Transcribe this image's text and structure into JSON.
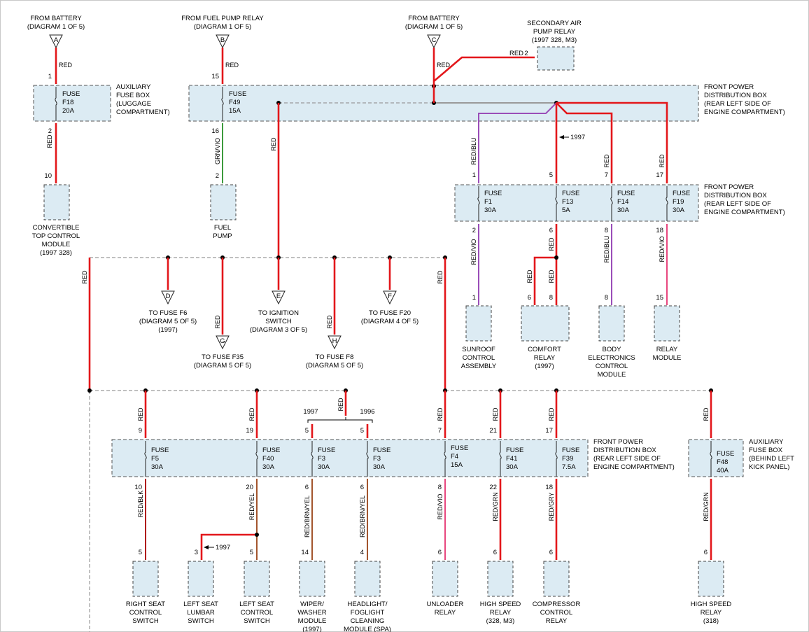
{
  "sources": {
    "battery_a": [
      "FROM BATTERY",
      "(DIAGRAM 1 OF 5)"
    ],
    "fuel_pump_relay_b": [
      "FROM FUEL PUMP RELAY",
      "(DIAGRAM 1 OF 5)"
    ],
    "battery_c": [
      "FROM BATTERY",
      "(DIAGRAM 1 OF 5)"
    ],
    "letter_a": "A",
    "letter_b": "B",
    "letter_c": "C"
  },
  "secondary_air": {
    "label": [
      "SECONDARY AIR",
      "PUMP RELAY",
      "(1997 328, M3)"
    ],
    "wire": "RED",
    "pin": "2"
  },
  "boxes": {
    "aux_luggage": [
      "AUXILIARY",
      "FUSE BOX",
      "(LUGGAGE",
      "COMPARTMENT)"
    ],
    "front_top": [
      "FRONT POWER",
      "DISTRIBUTION BOX",
      "(REAR LEFT SIDE OF",
      "ENGINE COMPARTMENT)"
    ],
    "front_mid": [
      "FRONT POWER",
      "DISTRIBUTION BOX",
      "(REAR LEFT SIDE OF",
      "ENGINE COMPARTMENT)"
    ],
    "front_bot": [
      "FRONT POWER",
      "DISTRIBUTION BOX",
      "(REAR LEFT SIDE OF",
      "ENGINE COMPARTMENT)"
    ],
    "aux_kick": [
      "AUXILIARY",
      "FUSE BOX",
      "(BEHIND LEFT",
      "KICK PANEL)"
    ]
  },
  "fuses": {
    "f18": [
      "FUSE",
      "F18",
      "20A"
    ],
    "f49": [
      "FUSE",
      "F49",
      "15A"
    ],
    "f1": [
      "FUSE",
      "F1",
      "30A"
    ],
    "f13": [
      "FUSE",
      "F13",
      "5A"
    ],
    "f14": [
      "FUSE",
      "F14",
      "30A"
    ],
    "f19": [
      "FUSE",
      "F19",
      "30A"
    ],
    "f5": [
      "FUSE",
      "F5",
      "30A"
    ],
    "f40": [
      "FUSE",
      "F40",
      "30A"
    ],
    "f3a": [
      "FUSE",
      "F3",
      "30A"
    ],
    "f3b": [
      "FUSE",
      "F3",
      "30A"
    ],
    "f4": [
      "FUSE",
      "F4",
      "15A"
    ],
    "f41": [
      "FUSE",
      "F41",
      "30A"
    ],
    "f39": [
      "FUSE",
      "F39",
      "7.5A"
    ],
    "f48": [
      "FUSE",
      "F48",
      "40A"
    ]
  },
  "wires": {
    "red": "RED",
    "grn_vio": "GRN/VIO",
    "red_blu": "RED/BLU",
    "red_vio": "RED/VIO",
    "red_blk": "RED/BLK",
    "red_yel": "RED/YEL",
    "red_brn_yel": "RED/BRN/YEL",
    "red_grn": "RED/GRN",
    "red_gry": "RED/GRY"
  },
  "pins": {
    "a_in": "1",
    "a_out": "2",
    "ctm": "10",
    "b_in": "15",
    "b_out": "16",
    "pump": "2",
    "f1_in": "1",
    "f13_in": "5",
    "f14_in": "7",
    "f19_in": "17",
    "f1_out": "2",
    "f13_out": "6",
    "f14_out": "8",
    "f19_out": "18",
    "sunroof": "1",
    "comfort_6": "6",
    "comfort_8": "8",
    "body": "8",
    "relay_mod": "15",
    "f5_in": "9",
    "f40_in": "19",
    "f3a_in": "5",
    "f3b_in": "5",
    "f4_in": "7",
    "f41_in": "21",
    "f39_in": "17",
    "f5_out": "10",
    "f40_out": "20",
    "f3a_out": "6",
    "f3b_out": "6",
    "f4_out": "8",
    "f41_out": "22",
    "f39_out": "18",
    "rsc": "5",
    "lsl": "3",
    "lsc": "5",
    "wiper": "14",
    "headlight": "4",
    "unloader": "6",
    "hsr": "6",
    "compressor": "6",
    "hsr318": "6"
  },
  "year_notes": {
    "n1997_top": "1997",
    "n1997_bracket": "1997",
    "n1996_bracket": "1996",
    "n1997_lumbar": "1997"
  },
  "tos": {
    "d": [
      "TO FUSE F6",
      "(DIAGRAM 5 OF 5)",
      "(1997)"
    ],
    "g": [
      "TO FUSE F35",
      "(DIAGRAM 5 OF 5)"
    ],
    "e": [
      "TO IGNITION",
      "SWITCH",
      "(DIAGRAM 3 OF 5)"
    ],
    "h": [
      "TO FUSE F8",
      "(DIAGRAM 5 OF 5)"
    ],
    "f": [
      "TO FUSE F20",
      "(DIAGRAM 4 OF 5)"
    ],
    "letter_d": "D",
    "letter_e": "E",
    "letter_f": "F",
    "letter_g": "G",
    "letter_h": "H"
  },
  "components": {
    "convertible": [
      "CONVERTIBLE",
      "TOP CONTROL",
      "MODULE",
      "(1997 328)"
    ],
    "fuel_pump": [
      "FUEL",
      "PUMP"
    ],
    "sunroof": [
      "SUNROOF",
      "CONTROL",
      "ASSEMBLY"
    ],
    "comfort": [
      "COMFORT",
      "RELAY",
      "(1997)"
    ],
    "body": [
      "BODY",
      "ELECTRONICS",
      "CONTROL",
      "MODULE"
    ],
    "relay_module": [
      "RELAY",
      "MODULE"
    ],
    "right_seat": [
      "RIGHT SEAT",
      "CONTROL",
      "SWITCH"
    ],
    "left_lumbar": [
      "LEFT SEAT",
      "LUMBAR",
      "SWITCH"
    ],
    "left_seat": [
      "LEFT SEAT",
      "CONTROL",
      "SWITCH"
    ],
    "wiper": [
      "WIPER/",
      "WASHER",
      "MODULE",
      "(1997)"
    ],
    "headlight": [
      "HEADLIGHT/",
      "FOGLIGHT",
      "CLEANING",
      "MODULE (SPA)"
    ],
    "unloader": [
      "UNLOADER",
      "RELAY"
    ],
    "high_speed": [
      "HIGH SPEED",
      "RELAY",
      "(328, M3)"
    ],
    "compressor": [
      "COMPRESSOR",
      "CONTROL",
      "RELAY"
    ],
    "high_speed_318": [
      "HIGH SPEED",
      "RELAY",
      "(318)"
    ]
  }
}
